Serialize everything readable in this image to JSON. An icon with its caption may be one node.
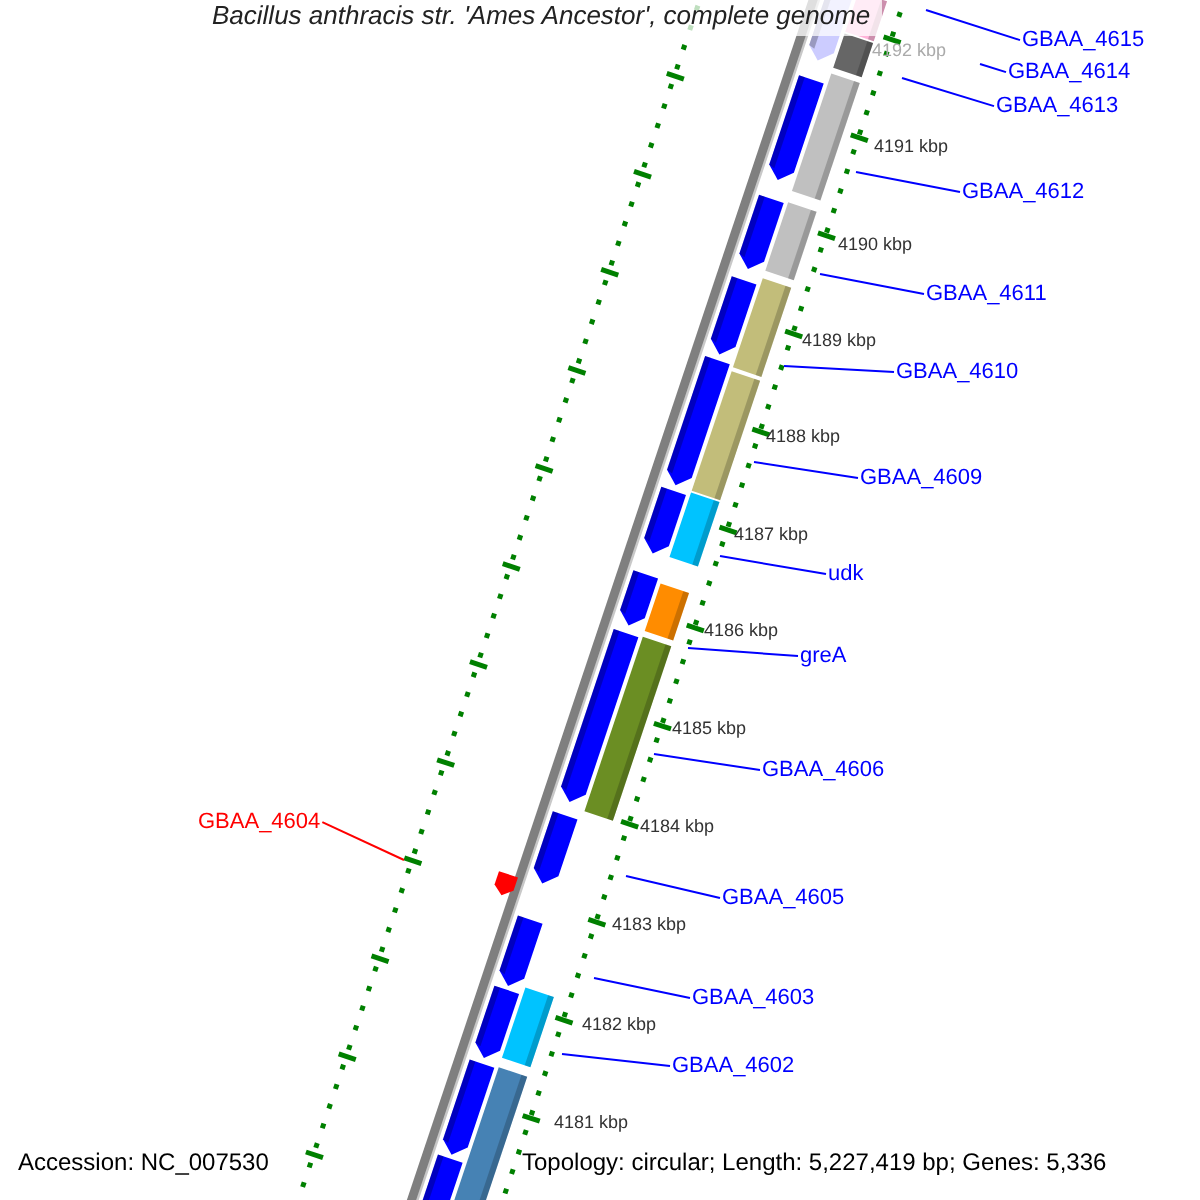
{
  "diagram": {
    "title": "Bacillus anthracis str. 'Ames Ancestor', complete genome",
    "nodes": [
      {
        "text": [
          "GBAA_4615"
        ]
      },
      {
        "text": [
          "GBAA_4614"
        ]
      },
      {
        "text": [
          "GBAA_4613"
        ]
      },
      {
        "text": [
          "GBAA_4612"
        ]
      },
      {
        "text": [
          "GBAA_4611"
        ]
      },
      {
        "text": [
          "GBAA_4610"
        ]
      },
      {
        "text": [
          "GBAA_4609"
        ]
      },
      {
        "text": [
          "udk"
        ]
      },
      {
        "text": [
          "greA"
        ]
      },
      {
        "text": [
          "GBAA_4606"
        ]
      },
      {
        "text": [
          "GBAA_4604"
        ]
      },
      {
        "text": [
          "GBAA_4605"
        ]
      },
      {
        "text": [
          "GBAA_4603"
        ]
      },
      {
        "text": [
          "GBAA_4602"
        ]
      }
    ],
    "edges": [
      {
        "from": 0,
        "to": null,
        "arrow": "none"
      },
      {
        "from": 1,
        "to": null,
        "arrow": "none"
      },
      {
        "from": 2,
        "to": null,
        "arrow": "none"
      },
      {
        "from": 3,
        "to": null,
        "arrow": "none"
      },
      {
        "from": 4,
        "to": null,
        "arrow": "none"
      },
      {
        "from": 5,
        "to": null,
        "arrow": "none"
      },
      {
        "from": 6,
        "to": null,
        "arrow": "none"
      },
      {
        "from": 7,
        "to": null,
        "arrow": "none"
      },
      {
        "from": 8,
        "to": null,
        "arrow": "none"
      },
      {
        "from": 9,
        "to": null,
        "arrow": "none"
      },
      {
        "from": 10,
        "to": null,
        "arrow": "none",
        "color": "#ff0000"
      },
      {
        "from": 11,
        "to": null,
        "arrow": "none"
      },
      {
        "from": 12,
        "to": null,
        "arrow": "none"
      },
      {
        "from": 13,
        "to": null,
        "arrow": "none"
      }
    ],
    "labels": [
      "4192 kbp",
      "4191 kbp",
      "4190 kbp",
      "4189 kbp",
      "4188 kbp",
      "4187 kbp",
      "4186 kbp",
      "4185 kbp",
      "4184 kbp",
      "4183 kbp",
      "4182 kbp",
      "4181 kbp",
      "Accession: NC_007530",
      "Topology: circular; Length: 5,227,419 bp; Genes: 5,336"
    ]
  }
}
